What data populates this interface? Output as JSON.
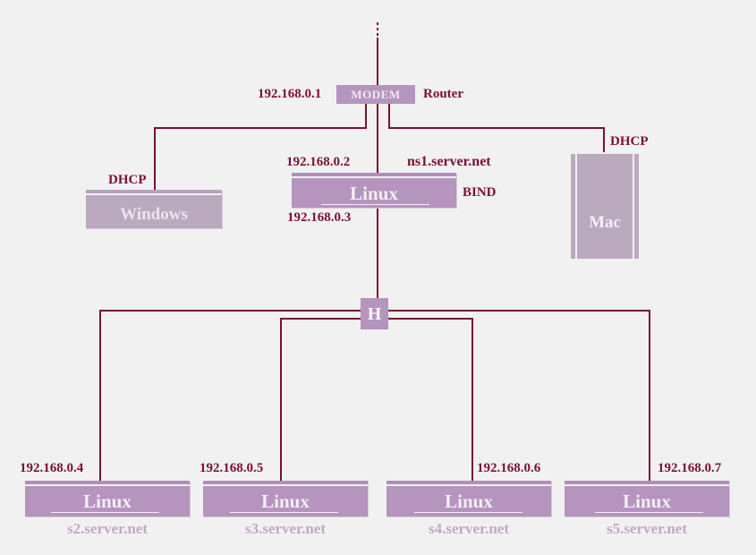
{
  "diagram": {
    "uplink": {
      "label": ""
    },
    "modem": {
      "label": "MODEM",
      "ip": "192.168.0.1",
      "role": "Router"
    },
    "windows": {
      "label": "Windows",
      "protocol": "DHCP"
    },
    "mac": {
      "label": "Mac",
      "protocol": "DHCP"
    },
    "nameserver": {
      "label": "Linux",
      "ip_top": "192.168.0.2",
      "ip_bottom": "192.168.0.3",
      "hostname": "ns1.server.net",
      "service": "BIND"
    },
    "hub": {
      "label": "H"
    },
    "servers": [
      {
        "label": "Linux",
        "ip": "192.168.0.4",
        "hostname": "s2.server.net"
      },
      {
        "label": "Linux",
        "ip": "192.168.0.5",
        "hostname": "s3.server.net"
      },
      {
        "label": "Linux",
        "ip": "192.168.0.6",
        "hostname": "s4.server.net"
      },
      {
        "label": "Linux",
        "ip": "192.168.0.7",
        "hostname": "s5.server.net"
      }
    ]
  },
  "colors": {
    "wire": "#7a1035",
    "node": "#b594bd",
    "node_inactive": "#bba9bf",
    "label": "#7a1035",
    "hostname": "#c3a8c9",
    "background": "#f2f1f1"
  }
}
